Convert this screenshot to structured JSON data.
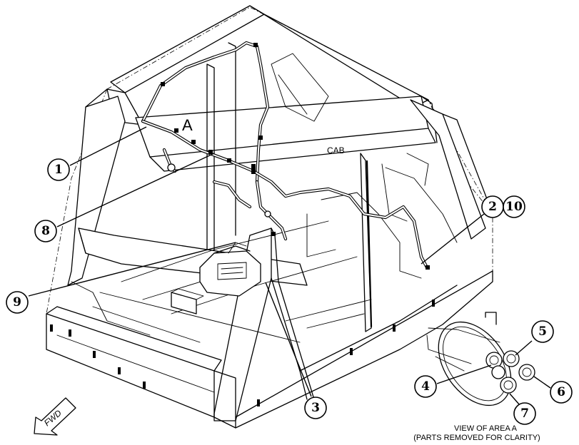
{
  "labels": {
    "area_marker": "A",
    "cab": "CAB",
    "fwd": "FWD",
    "view_line1": "VIEW OF AREA A",
    "view_line2": "(PARTS REMOVED FOR CLARITY)"
  },
  "callouts": [
    "1",
    "8",
    "9",
    "3",
    "2",
    "10",
    "5",
    "4",
    "6",
    "7"
  ]
}
